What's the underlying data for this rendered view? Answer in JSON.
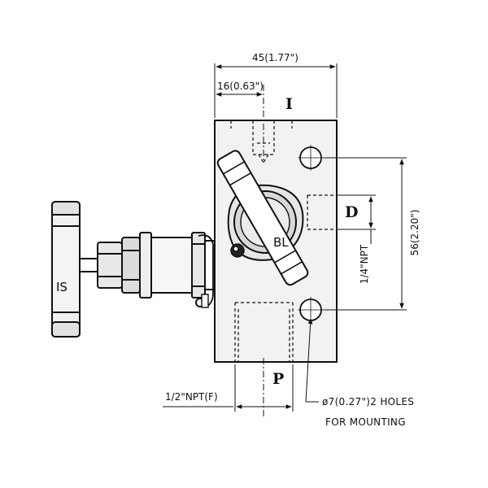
{
  "diagram": {
    "dimensions": {
      "overall_width": "45(1.77\")",
      "center_offset": "16(0.63\")",
      "hole_spacing": "56(2.20\")",
      "port_d_thread": "1/4\"NPT",
      "port_p_thread": "1/2\"NPT(F)"
    },
    "ports": {
      "top": "I",
      "side": "D",
      "bottom": "P"
    },
    "handles": {
      "instrument_valve": "IS",
      "bleed_valve": "BL"
    },
    "notes": {
      "mounting_holes_line1": "ø7(0.27\")2 HOLES",
      "mounting_holes_line2": "FOR MOUNTING"
    },
    "colors": {
      "body_fill": "#f2f2f2",
      "line": "#111111"
    }
  }
}
